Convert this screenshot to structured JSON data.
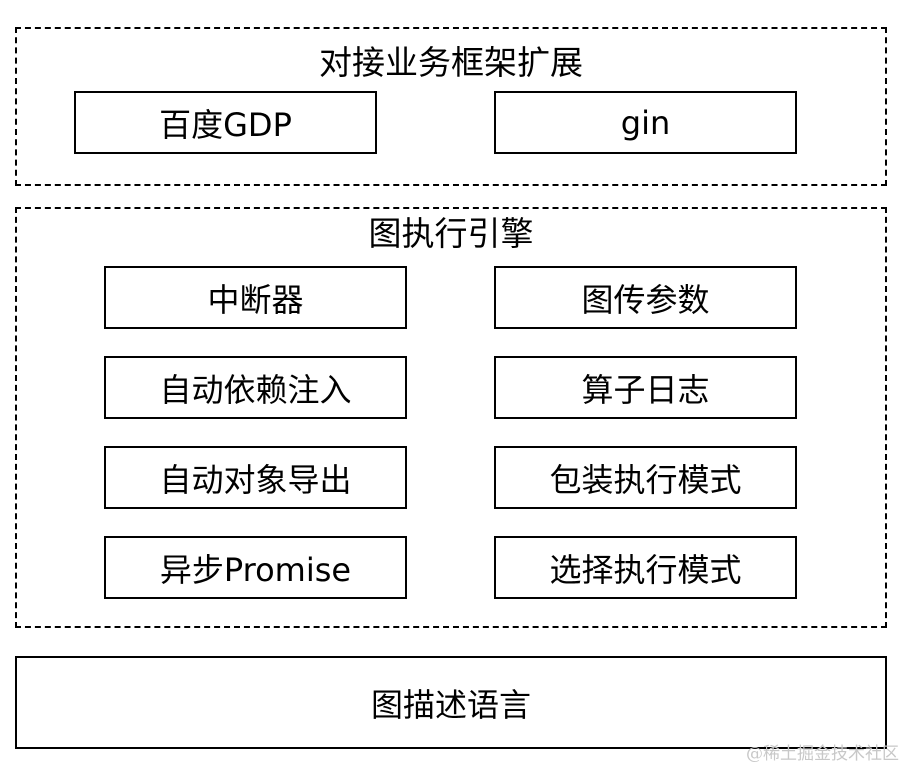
{
  "framework_group": {
    "title": "对接业务框架扩展",
    "items": [
      "百度GDP",
      "gin"
    ]
  },
  "engine_group": {
    "title": "图执行引擎",
    "items": [
      "中断器",
      "图传参数",
      "自动依赖注入",
      "算子日志",
      "自动对象导出",
      "包装执行模式",
      "异步Promise",
      "选择执行模式"
    ]
  },
  "language_box": {
    "label": "图描述语言"
  },
  "watermark": "@稀土掘金技术社区"
}
